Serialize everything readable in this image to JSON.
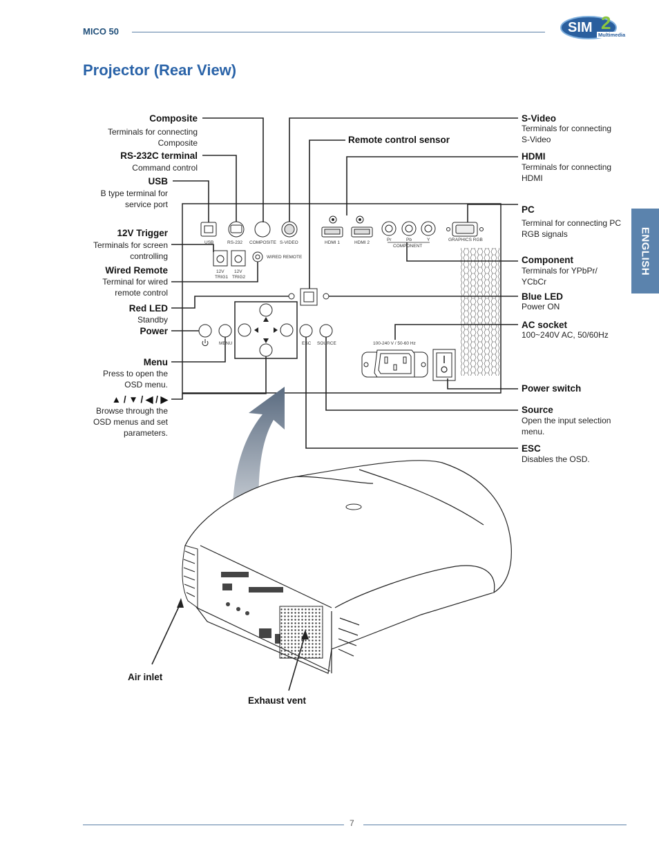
{
  "header": {
    "model": "MICO 50",
    "logo_text": "SIM2",
    "logo_sub": "Multimedia"
  },
  "title": "Projector (Rear View)",
  "side_tab": "ENGLISH",
  "callouts_left": [
    {
      "label": "Composite",
      "desc": [
        "Terminals for connecting",
        "Composite"
      ]
    },
    {
      "label": "RS-232C terminal",
      "desc": [
        "Command control"
      ]
    },
    {
      "label": "USB",
      "desc": [
        "B type terminal for",
        "service port"
      ]
    },
    {
      "label": "12V Trigger",
      "desc": [
        "Terminals for screen",
        "controlling"
      ]
    },
    {
      "label": "Wired Remote",
      "desc": [
        "Terminal for wired",
        "remote control"
      ]
    },
    {
      "label": "Red LED",
      "desc": [
        "Standby"
      ]
    },
    {
      "label": "Power",
      "desc": []
    },
    {
      "label": "Menu",
      "desc": [
        "Press to open the",
        "OSD menu."
      ]
    },
    {
      "label": "▲ / ▼ / ◀ / ▶",
      "desc": [
        "Browse through the",
        "OSD menus and set",
        "parameters."
      ]
    }
  ],
  "callouts_right": [
    {
      "label": "S-Video",
      "desc": [
        "Terminals for connecting",
        "S-Video"
      ]
    },
    {
      "label": "HDMI",
      "desc": [
        "Terminals for connecting",
        "HDMI"
      ]
    },
    {
      "label": "PC",
      "desc": [
        "Terminal for connecting PC",
        "RGB signals"
      ]
    },
    {
      "label": "Component",
      "desc": [
        "Terminals for YPbPr/",
        "YCbCr"
      ]
    },
    {
      "label": "Blue LED",
      "desc": [
        "Power ON"
      ]
    },
    {
      "label": "AC socket",
      "desc": [
        "100~240V AC, 50/60Hz"
      ]
    },
    {
      "label": "Power switch",
      "desc": []
    },
    {
      "label": "Source",
      "desc": [
        "Open the input selection",
        "menu."
      ]
    },
    {
      "label": "ESC",
      "desc": [
        "Disables the OSD."
      ]
    }
  ],
  "remote_sensor_label": "Remote control sensor",
  "air_inlet_label": "Air inlet",
  "exhaust_label": "Exhaust vent",
  "panel_labels": {
    "usb": "USB",
    "rs232": "RS-232",
    "composite": "COMPOSITE",
    "svideo": "S-VIDEO",
    "hdmi1": "HDMI 1",
    "hdmi2": "HDMI 2",
    "pr": "Pr",
    "pb": "Pb",
    "y": "Y",
    "component": "COMPONENT",
    "graphics": "GRAPHICS RGB",
    "trig1a": "12V",
    "trig1b": "TRIG1",
    "trig2a": "12V",
    "trig2b": "TRIG2",
    "wired": "WIRED REMOTE",
    "menu": "MENU",
    "esc": "ESC",
    "source": "SOURCE",
    "ac": "100-240 V / 50-60 Hz"
  },
  "page_number": "7",
  "colors": {
    "accent": "#2a63a8",
    "tab": "#5b83ad",
    "rule": "#5b7fa6"
  }
}
